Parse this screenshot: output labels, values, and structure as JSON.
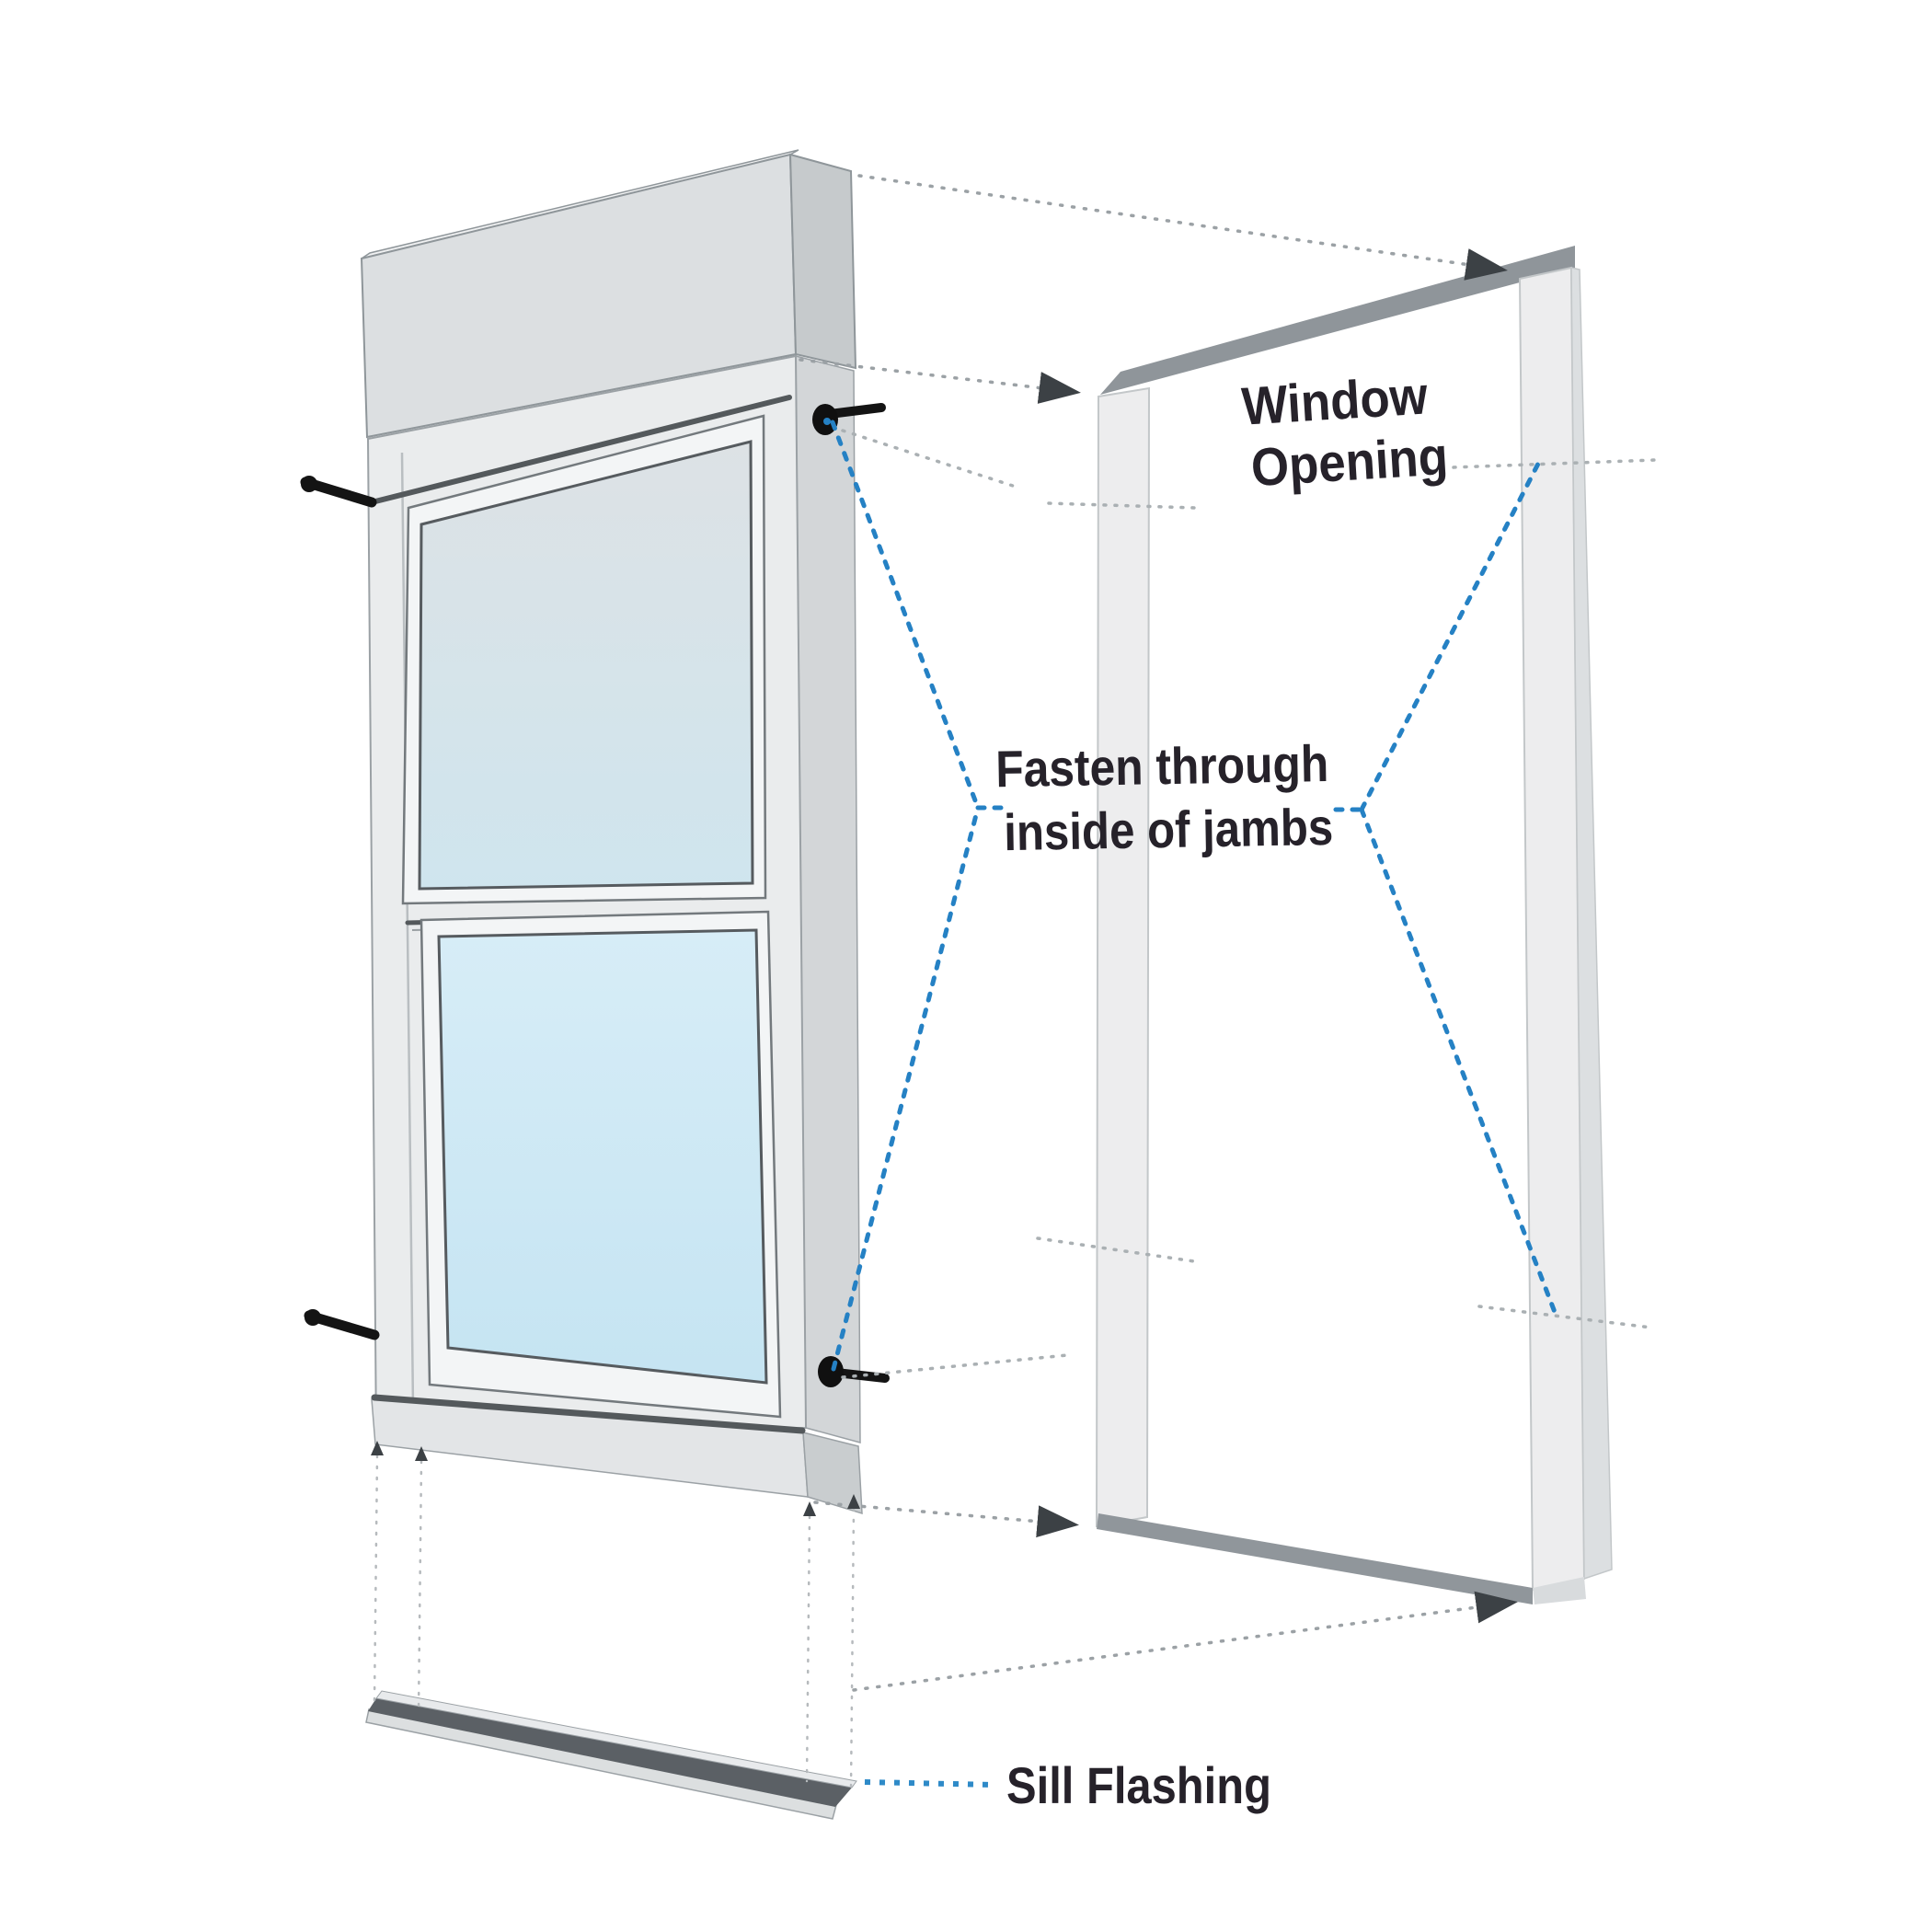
{
  "diagram": {
    "kind": "window-installation-diagram",
    "labels": {
      "window_opening": {
        "line1": "Window",
        "line2": "Opening"
      },
      "fasten_jambs": {
        "line1": "Fasten through",
        "line2": "inside of jambs"
      },
      "sill_flashing": {
        "text": "Sill Flashing"
      }
    },
    "colors": {
      "background": "#ffffff",
      "leader_blue": "#2581c4",
      "projection_gray": "#9ba1a5",
      "drop_line_gray": "#b6babd",
      "arrow_dark": "#3c4145",
      "text": "#26222a",
      "header_front": "#dcdfe1",
      "header_side": "#c6cacc",
      "body_front": "#eaeced",
      "body_side": "#d3d6d8",
      "sash_white": "#f3f5f6",
      "upper_glass_top": "#dde2e5",
      "upper_glass_bottom": "#cfe5ee",
      "lower_glass_top": "#d7edf7",
      "lower_glass_bottom": "#c5e4f2",
      "opening_jamb": "#ededee",
      "opening_band_dark": "#8f959a",
      "flashing_top_dark": "#5b6065",
      "fastener_black": "#141414"
    },
    "components": {
      "window_unit": [
        "head-board",
        "upper-sash",
        "lower-sash",
        "sill"
      ],
      "fasteners_count": 4,
      "opening_frame": [
        "head",
        "left-jamb",
        "right-jamb",
        "sill"
      ],
      "sill_flashing": 1
    }
  }
}
